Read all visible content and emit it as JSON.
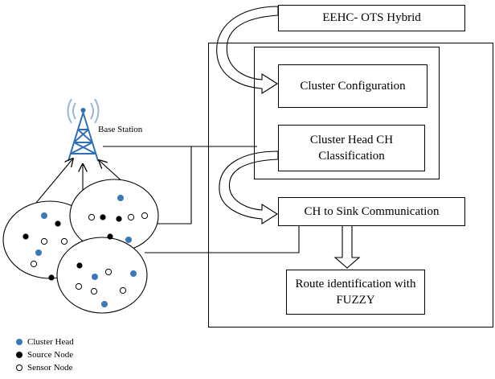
{
  "diagram": {
    "title_box": "EEHC- OTS Hybrid",
    "steps": [
      "Cluster Configuration",
      "Cluster Head CH Classification",
      "CH to Sink Communication",
      "Route identification with FUZZY"
    ],
    "base_station_label": "Base Station",
    "legend": [
      {
        "label": "Cluster Head",
        "type": "cluster-head"
      },
      {
        "label": "Source Node",
        "type": "source-node"
      },
      {
        "label": "Sensor Node",
        "type": "sensor-node"
      }
    ],
    "colors": {
      "cluster_head": "#3b78b8",
      "source_node": "#000000",
      "sensor_node": "#ffffff",
      "tower": "#2f6fb6",
      "signal": "#9ab7d8"
    }
  }
}
